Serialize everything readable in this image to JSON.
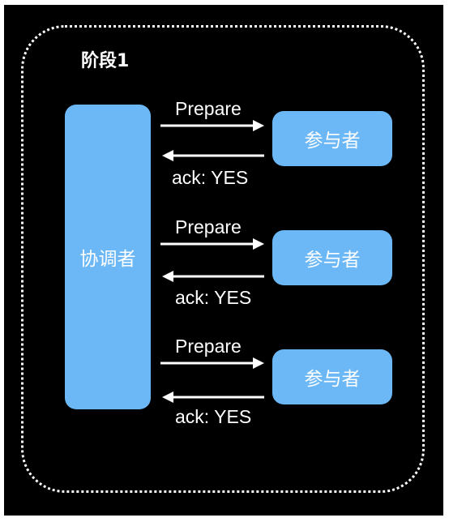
{
  "phase_title": "阶段1",
  "coordinator_label": "协调者",
  "participants": [
    {
      "label": "参与者",
      "request_label": "Prepare",
      "response_label": "ack: YES"
    },
    {
      "label": "参与者",
      "request_label": "Prepare",
      "response_label": "ack: YES"
    },
    {
      "label": "参与者",
      "request_label": "Prepare",
      "response_label": "ack: YES"
    }
  ],
  "colors": {
    "background": "#000000",
    "node_fill": "#6cb8f6",
    "text": "#ffffff",
    "arrow": "#ffffff"
  }
}
